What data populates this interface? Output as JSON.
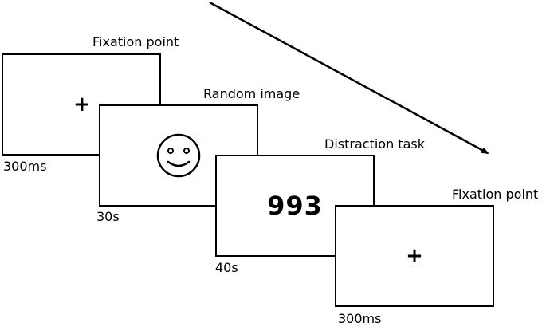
{
  "steps": [
    {
      "title": "Fixation point",
      "duration": "300ms",
      "content": "+"
    },
    {
      "title": "Random image",
      "duration": "30s",
      "icon": "smiley-face-icon"
    },
    {
      "title": "Distraction task",
      "duration": "40s",
      "content": "993"
    },
    {
      "title": "Fixation point",
      "duration": "300ms",
      "content": "+"
    }
  ]
}
